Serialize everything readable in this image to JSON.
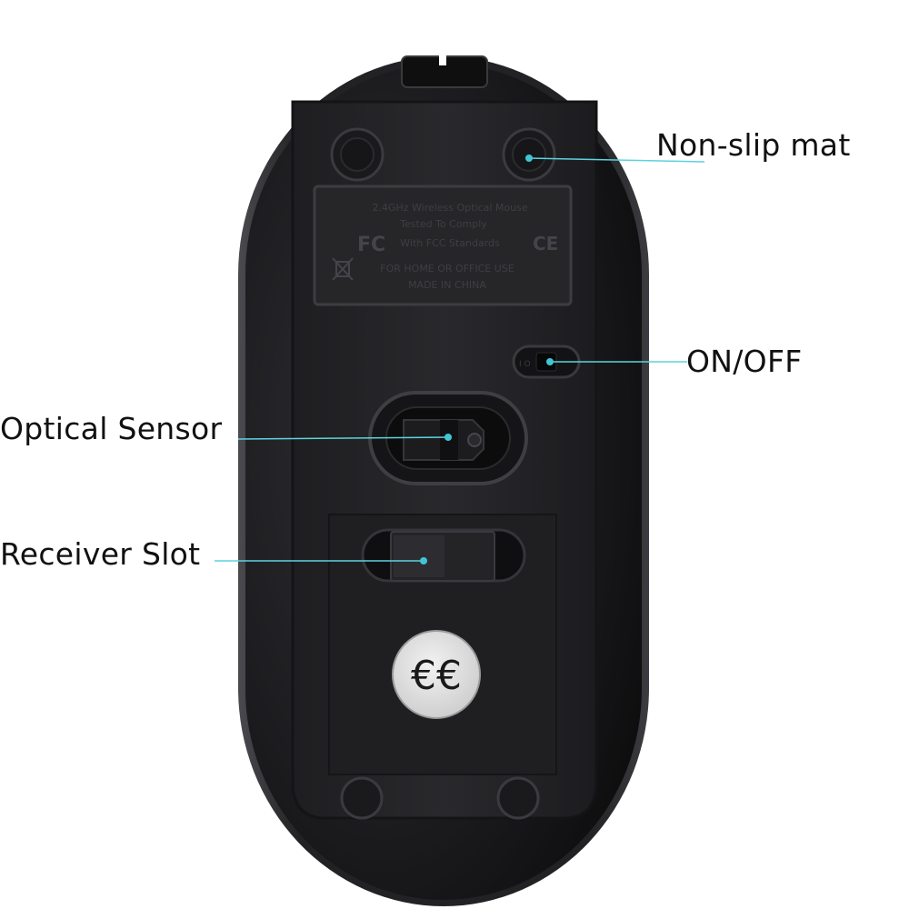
{
  "product": {
    "label_plate_lines": [
      "2.4GHz Wireless Optical Mouse",
      "Tested To Comply",
      "With FCC Standards",
      "FOR HOME OR OFFICE USE",
      "MADE IN CHINA"
    ],
    "fc_mark": "FC",
    "ce_mark": "CE",
    "badge_mark": "€€"
  },
  "callouts": {
    "non_slip_mat": "Non-slip mat",
    "on_off": "ON/OFF",
    "optical_sensor": "Optical Sensor",
    "receiver_slot": "Receiver Slot"
  },
  "colors": {
    "background": "#ffffff",
    "mouse_body": "#1b1b1d",
    "panel": "#222225",
    "leader_line": "#5cd3df",
    "leader_dot": "#40c6d4"
  }
}
